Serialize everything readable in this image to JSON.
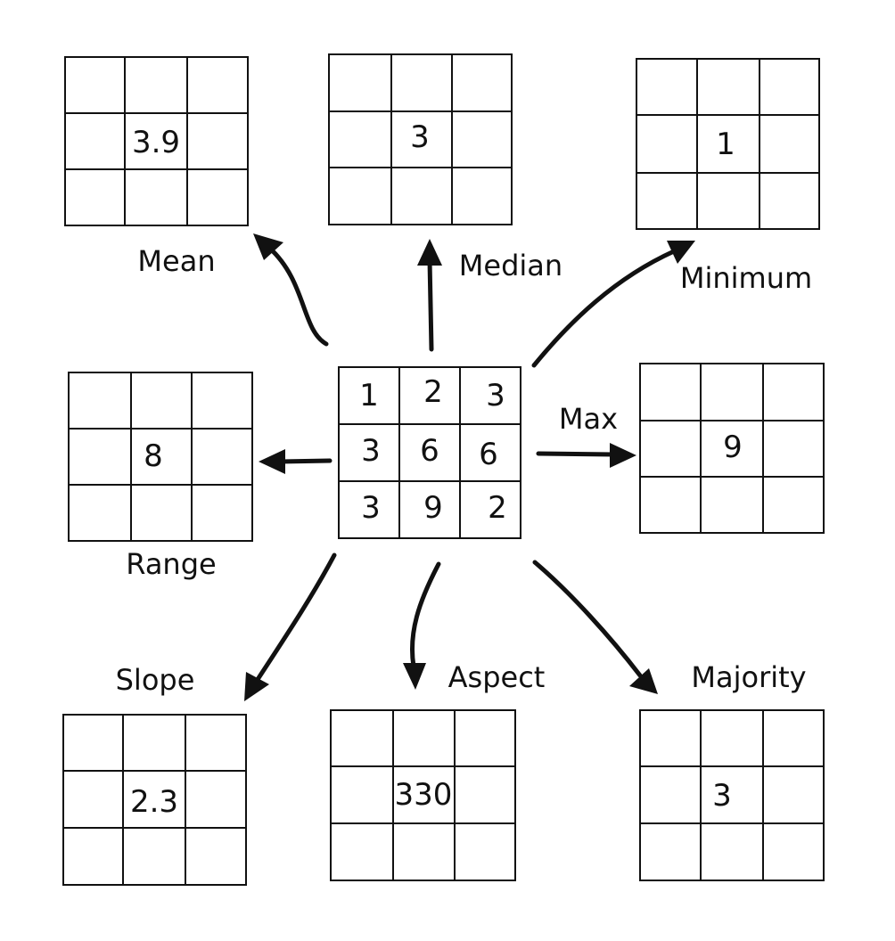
{
  "input_grid": {
    "cells": [
      "1",
      "2",
      "3",
      "3",
      "6",
      "6",
      "3",
      "9",
      "2"
    ]
  },
  "operations": [
    {
      "id": "mean",
      "label": "Mean",
      "value": "3.9"
    },
    {
      "id": "median",
      "label": "Median",
      "value": "3"
    },
    {
      "id": "minimum",
      "label": "Minimum",
      "value": "1"
    },
    {
      "id": "max",
      "label": "Max",
      "value": "9"
    },
    {
      "id": "range",
      "label": "Range",
      "value": "8"
    },
    {
      "id": "slope",
      "label": "Slope",
      "value": "2.3"
    },
    {
      "id": "aspect",
      "label": "Aspect",
      "value": "330"
    },
    {
      "id": "majority",
      "label": "Majority",
      "value": "3"
    }
  ]
}
